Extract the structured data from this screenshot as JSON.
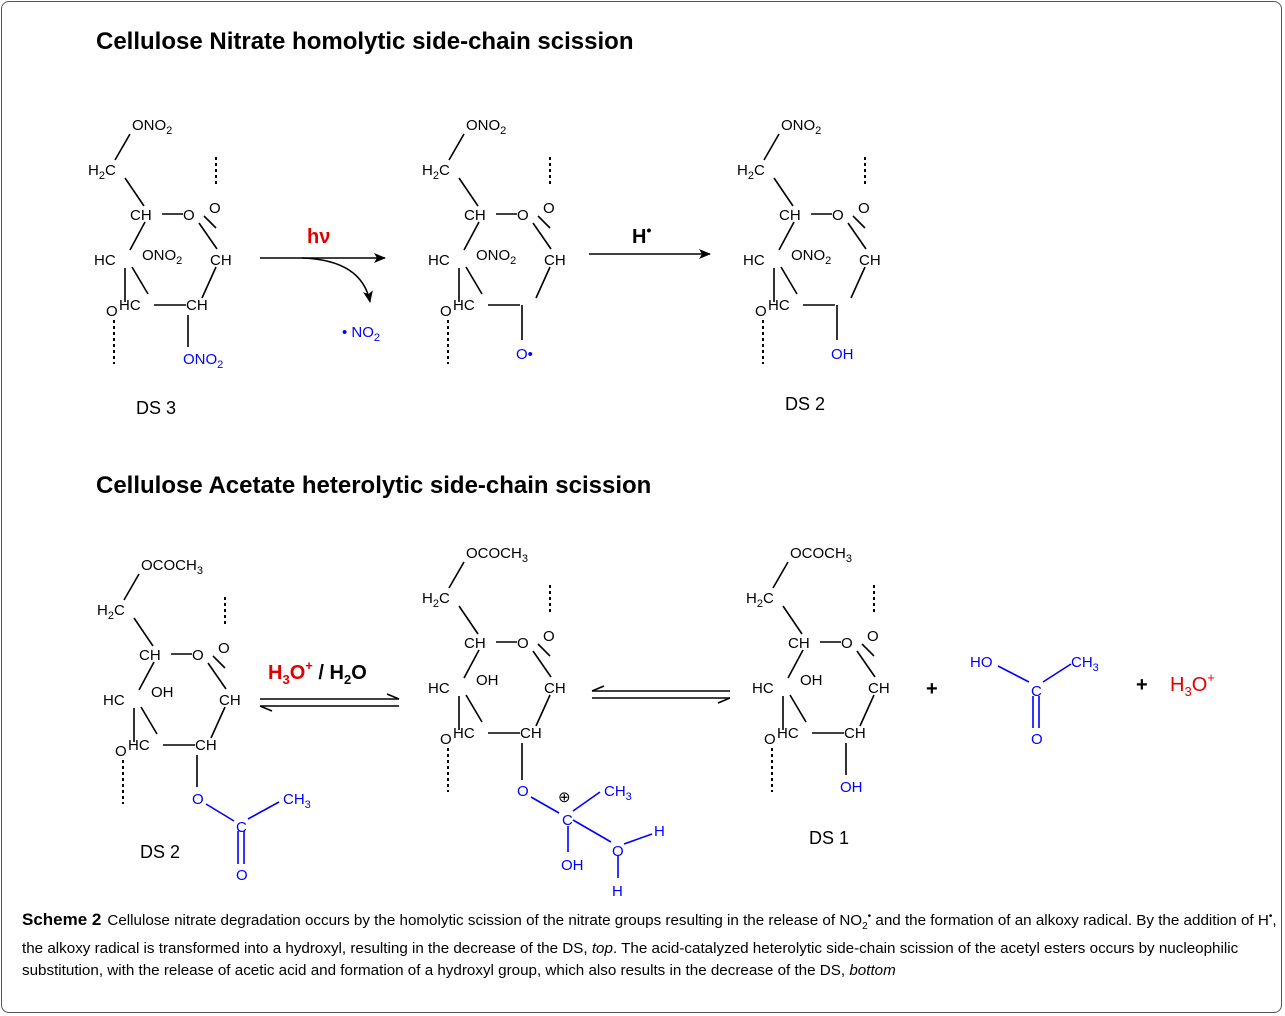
{
  "titles": {
    "top": "Cellulose Nitrate homolytic side-chain scission",
    "bottom": "Cellulose Acetate heterolytic side-chain scission"
  },
  "ring_labels": {
    "h2c": "H",
    "h2c_sub": "2",
    "h2c_tail": "C",
    "ch_o": "CH",
    "ring_o": "O",
    "glyco_o": "O",
    "ch_right": "CH",
    "hc_left": "HC",
    "hc_low": "HC",
    "ch_low": "CH",
    "link_o": "O"
  },
  "nitrate": {
    "base": "ONO",
    "sub": "2"
  },
  "hydroxyl": {
    "oh": "OH",
    "ho": "HO"
  },
  "acetate": {
    "top": "OCOCH",
    "top_sub": "3",
    "methyl": "CH",
    "methyl_sub": "3",
    "c": "C",
    "o": "O",
    "h": "H",
    "plus_charge": "⊕"
  },
  "radicals": {
    "no2": "• NO",
    "no2_sub": "2",
    "o_rad": "O•"
  },
  "reagents": {
    "hv": "hν",
    "h_dot": "H",
    "h_dot_sup": "•",
    "h3o": "H",
    "h3o_sub": "3",
    "h3o_tail": "O",
    "h3o_sup": "+",
    "h2o_part": " / H",
    "h2o_sub": "2",
    "h2o_tail": "O",
    "plus": "+"
  },
  "ds_labels": {
    "a": "DS 3",
    "b": "DS 2",
    "c": "DS 2",
    "d": "DS 1"
  },
  "caption": {
    "lead": "Scheme 2",
    "p1": "Cellulose nitrate degradation occurs by the homolytic scission of the nitrate groups resulting in the release of NO",
    "p1_sub": "2",
    "p1_sup": "•",
    "p2": " and the formation of an alkoxy radical. By the addition of H",
    "p2_sup": "•",
    "p3": ", the alkoxy radical is transformed into a hydroxyl, resulting in the decrease of the DS, ",
    "top": "top",
    "p4": ". The acid-catalyzed heterolytic side-chain scission of the acetyl esters occurs by nucleophilic substitution, with the release of acetic acid and formation of a hydroxyl group, which also results in the decrease of the DS, ",
    "bottom": "bottom"
  },
  "colors": {
    "black": "#000000",
    "blue": "#0000ff",
    "red": "#e00000",
    "frame": "#555555"
  }
}
